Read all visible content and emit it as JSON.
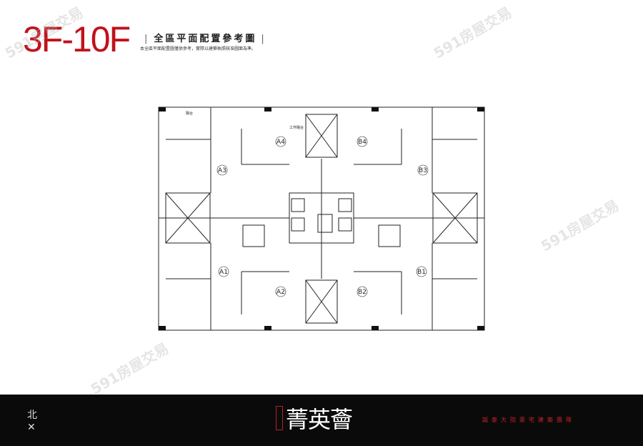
{
  "header": {
    "floor": "3F-10F",
    "title": "全區平面配置參考圖",
    "note": "本全區平面配置圖僅供參考，實際以建築執照核准圖面為準。"
  },
  "plan": {
    "units": [
      "A1",
      "A2",
      "A3",
      "A4",
      "B1",
      "B2",
      "B3",
      "B4"
    ],
    "labels": {
      "balcony": "陽台",
      "work_balcony": "工作陽台"
    }
  },
  "footer": {
    "brand": "菁英薈",
    "team": "誠泰大院豪宅建築團隊",
    "compass": "北"
  },
  "watermark": "591房屋交易"
}
